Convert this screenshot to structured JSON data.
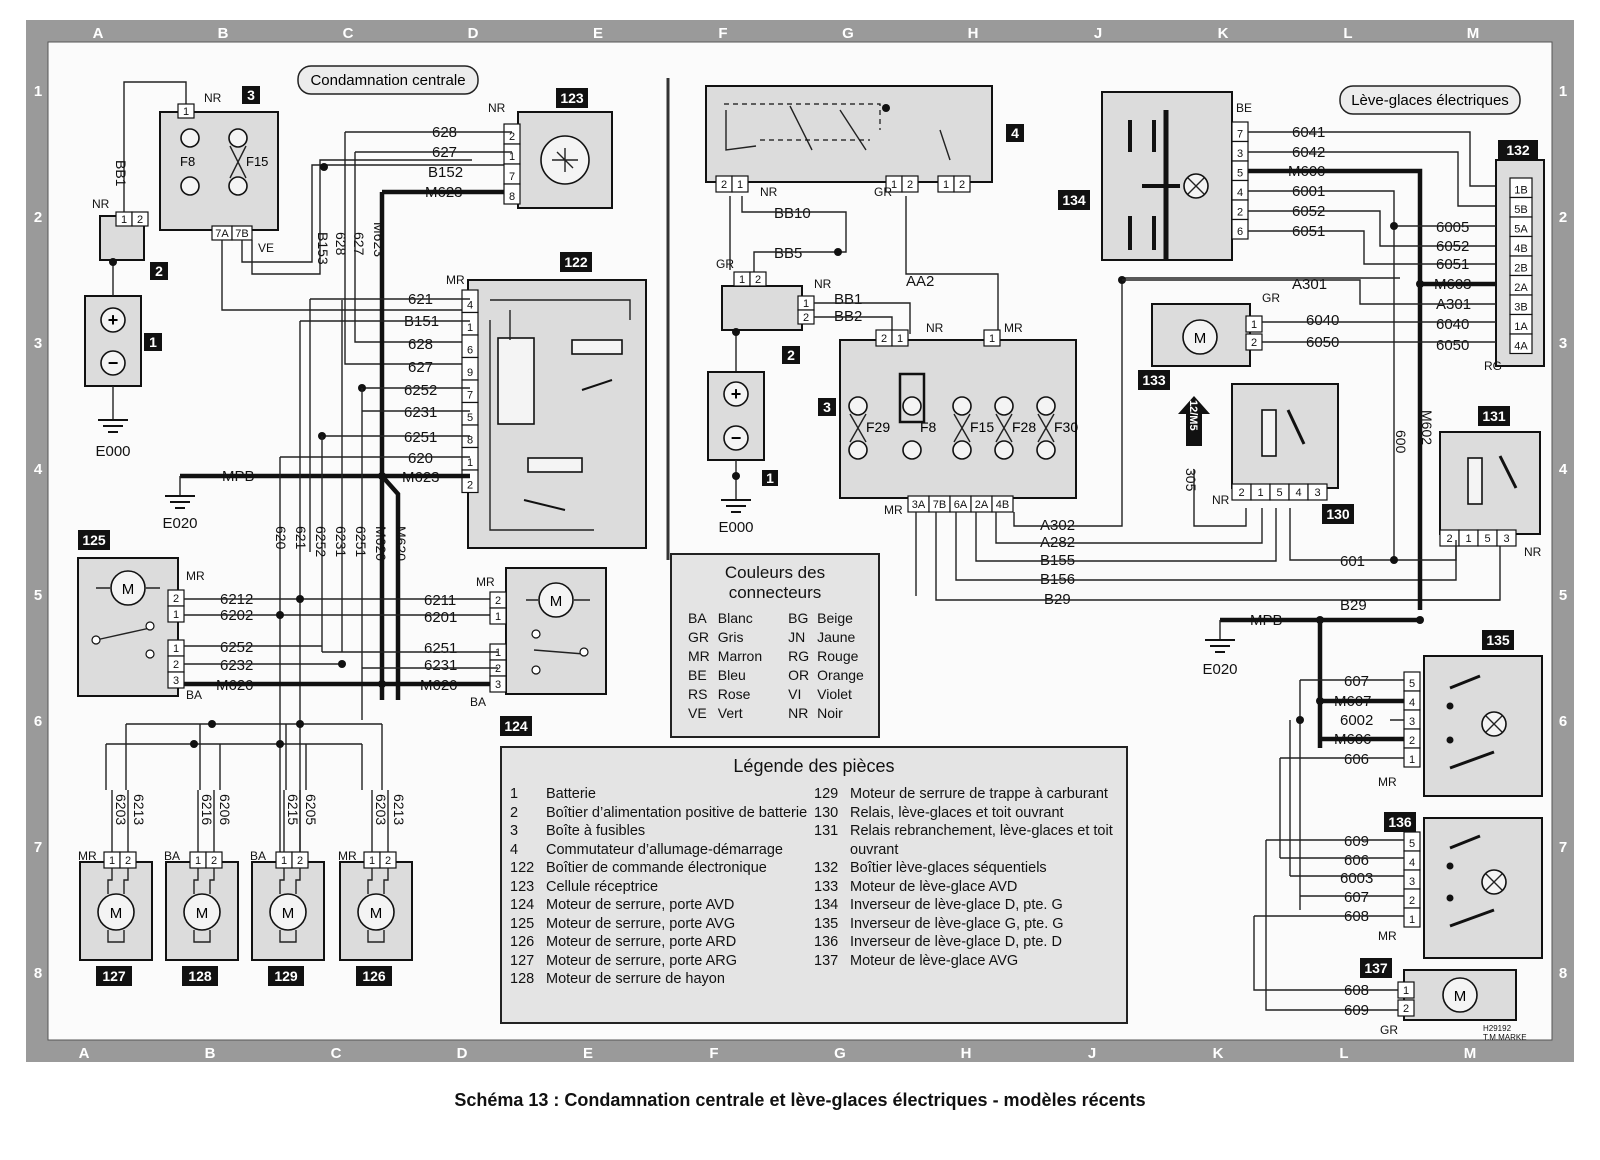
{
  "title_left": "Condamnation centrale",
  "title_right": "Lève-glaces électriques",
  "caption": "Schéma 13 : Condamnation centrale et lève-glaces électriques - modèles récents",
  "footnote": [
    "H29192",
    "T.M.MARKE"
  ],
  "grid": {
    "top_letters": [
      "A",
      "B",
      "C",
      "D",
      "E",
      "F",
      "G",
      "H",
      "J",
      "K",
      "L",
      "M"
    ],
    "bottom_letters": [
      "A",
      "B",
      "C",
      "D",
      "E",
      "F",
      "G",
      "H",
      "J",
      "K",
      "L",
      "M"
    ],
    "side_numbers": [
      "1",
      "2",
      "3",
      "4",
      "5",
      "6",
      "7",
      "8"
    ]
  },
  "badges": {
    "b1l": "1",
    "b2l": "2",
    "b3l": "3",
    "b122": "122",
    "b123": "123",
    "b124": "124",
    "b125": "125",
    "b126": "126",
    "b127": "127",
    "b128": "128",
    "b129": "129",
    "b1m": "1",
    "b2m": "2",
    "b3m": "3",
    "b4": "4",
    "b130": "130",
    "b131": "131",
    "b132": "132",
    "b133": "133",
    "b134": "134",
    "b135": "135",
    "b136": "136",
    "b137": "137"
  },
  "grounds": {
    "e000l": "E000",
    "e020l": "E020",
    "e000m": "E000",
    "e020r": "E020"
  },
  "motor_symbol": "M",
  "symbols": {
    "plus": "+",
    "minus": "−",
    "arrow": "12/M5"
  },
  "fuses": {
    "f8": "F8",
    "f15": "F15",
    "f29": "F29",
    "f8m": "F8",
    "f15m": "F15",
    "f28": "F28",
    "f30": "F30"
  },
  "wires": {
    "w628": "628",
    "w627": "627",
    "wB152": "B152",
    "wM623": "M623",
    "w621": "621",
    "wB151": "B151",
    "w628b": "628",
    "w627b": "627",
    "w6252": "6252",
    "w6231": "6231",
    "w6251": "6251",
    "w620": "620",
    "wM623b": "M623",
    "wMPBl": "MPB",
    "w6212": "6212",
    "w6202": "6202",
    "w6252b": "6252",
    "w6232": "6232",
    "wM620": "M620",
    "w6211": "6211",
    "w6201": "6201",
    "w6251b": "6251",
    "w6231b": "6231",
    "wM620b": "M620",
    "vB153": "B153",
    "v628": "628",
    "v627": "627",
    "vM623": "M623",
    "vBB1": "BB1",
    "v620": "620",
    "v621": "621",
    "v6252": "6252",
    "v6231": "6231",
    "v6251": "6251",
    "vM620": "M620",
    "vM620b": "M620",
    "v6203a": "6203",
    "v6213a": "6213",
    "v6216": "6216",
    "v6206": "6206",
    "v6215": "6215",
    "v6205": "6205",
    "v6203b": "6203",
    "v6213b": "6213",
    "wBB10": "BB10",
    "wBB5": "BB5",
    "wBB1": "BB1",
    "wBB2": "BB2",
    "wAA2": "AA2",
    "wA302": "A302",
    "wA282": "A282",
    "wB155": "B155",
    "wB156": "B156",
    "wB29": "B29",
    "wB29b": "B29",
    "w6041": "6041",
    "w6042": "6042",
    "wM600": "M600",
    "w6001": "6001",
    "w6052": "6052",
    "w6051": "6051",
    "w6005": "6005",
    "w6052b": "6052",
    "w6051b": "6051",
    "wM603": "M603",
    "wA301": "A301",
    "wA301b": "A301",
    "w6040": "6040",
    "w6050": "6050",
    "w6040b": "6040",
    "w6050b": "6050",
    "v600": "600",
    "vM602": "M602",
    "v305": "305",
    "w601": "601",
    "wMPBr": "MPB",
    "w607": "607",
    "wM607": "M607",
    "w6002": "6002",
    "wM606": "M606",
    "w606": "606",
    "w609": "609",
    "w606b": "606",
    "w6003": "6003",
    "w607b": "607",
    "w608": "608",
    "w608b": "608",
    "w609b": "609"
  },
  "color_codes": {
    "nr1": "NR",
    "nr2": "NR",
    "nr3": "NR",
    "ve": "VE",
    "mr1": "MR",
    "mr2": "MR",
    "mr3": "MR",
    "ba1": "BA",
    "ba2": "BA",
    "mr127": "MR",
    "ba128": "BA",
    "ba129": "BA",
    "mr126": "MR",
    "nr4": "NR",
    "gr4": "GR",
    "gr2": "GR",
    "nr2m": "NR",
    "nr3m": "NR",
    "mr3m": "MR",
    "mr3mb": "MR",
    "be134": "BE",
    "rg132": "RG",
    "gr133": "GR",
    "nr130": "NR",
    "nr131": "NR",
    "mr135": "MR",
    "mr136": "MR",
    "gr137": "GR"
  },
  "couleurs": {
    "title_line1": "Couleurs des",
    "title_line2": "connecteurs",
    "rows": [
      {
        "c1": "BA",
        "n1": "Blanc",
        "c2": "BG",
        "n2": "Beige"
      },
      {
        "c1": "GR",
        "n1": "Gris",
        "c2": "JN",
        "n2": "Jaune"
      },
      {
        "c1": "MR",
        "n1": "Marron",
        "c2": "RG",
        "n2": "Rouge"
      },
      {
        "c1": "BE",
        "n1": "Bleu",
        "c2": "OR",
        "n2": "Orange"
      },
      {
        "c1": "RS",
        "n1": "Rose",
        "c2": "VI",
        "n2": "Violet"
      },
      {
        "c1": "VE",
        "n1": "Vert",
        "c2": "NR",
        "n2": "Noir"
      }
    ]
  },
  "legende": {
    "title": "Légende des pièces",
    "left": [
      {
        "n": "1",
        "t": "Batterie"
      },
      {
        "n": "2",
        "t": "Boîtier d’alimentation positive de batterie"
      },
      {
        "n": "3",
        "t": "Boîte à fusibles"
      },
      {
        "n": "4",
        "t": "Commutateur d’allumage-démarrage"
      },
      {
        "n": "122",
        "t": "Boîtier de commande électronique"
      },
      {
        "n": "123",
        "t": "Cellule réceptrice"
      },
      {
        "n": "124",
        "t": "Moteur de serrure, porte AVD"
      },
      {
        "n": "125",
        "t": "Moteur de serrure, porte AVG"
      },
      {
        "n": "126",
        "t": "Moteur de serrure, porte ARD"
      },
      {
        "n": "127",
        "t": "Moteur de serrure, porte ARG"
      },
      {
        "n": "128",
        "t": "Moteur de serrure de hayon"
      }
    ],
    "right": [
      {
        "n": "129",
        "t": "Moteur de serrure de trappe à carburant"
      },
      {
        "n": "130",
        "t": "Relais, lève-glaces et toit ouvrant"
      },
      {
        "n": "131",
        "t": "Relais rebranchement, lève-glaces et toit ouvrant"
      },
      {
        "n": "132",
        "t": "Boîtier lève-glaces séquentiels"
      },
      {
        "n": "133",
        "t": "Moteur de lève-glace AVD"
      },
      {
        "n": "134",
        "t": "Inverseur de lève-glace D, pte. G"
      },
      {
        "n": "135",
        "t": "Inverseur de lève-glace G, pte. G"
      },
      {
        "n": "136",
        "t": "Inverseur de lève-glace D, pte. D"
      },
      {
        "n": "137",
        "t": "Moteur de lève-glace AVG"
      }
    ]
  }
}
